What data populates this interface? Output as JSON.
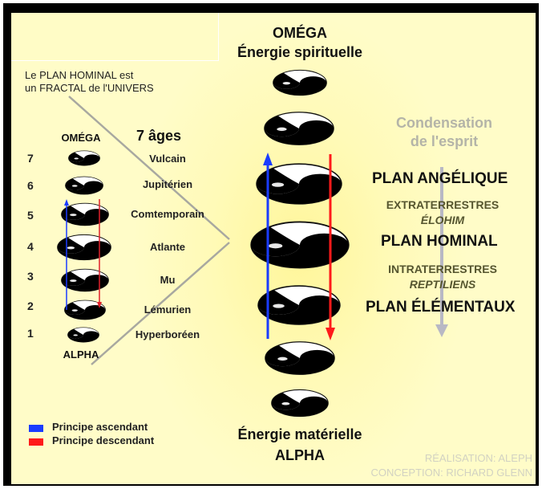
{
  "header": {
    "omega": "OMÉGA",
    "spiritual_energy": "Énergie spirituelle"
  },
  "footer": {
    "material_energy": "Énergie matérielle",
    "alpha": "ALPHA"
  },
  "fractal_note": {
    "line1": "Le PLAN HOMINAL est",
    "line2": "un FRACTAL de l'UNIVERS"
  },
  "ages_panel": {
    "top_label": "OMÉGA",
    "title": "7 âges",
    "bottom_label": "ALPHA",
    "ages": [
      {
        "number": "7",
        "name": "Vulcain"
      },
      {
        "number": "6",
        "name": "Jupitérien"
      },
      {
        "number": "5",
        "name": "Comtemporain"
      },
      {
        "number": "4",
        "name": "Atlante"
      },
      {
        "number": "3",
        "name": "Mu"
      },
      {
        "number": "2",
        "name": "Lémurien"
      },
      {
        "number": "1",
        "name": "Hyperboréen"
      }
    ]
  },
  "legend": {
    "items": [
      {
        "label": "Principe ascendant",
        "color": "#1a3cff"
      },
      {
        "label": "Principe descendant",
        "color": "#ff1a1a"
      }
    ]
  },
  "condensation": {
    "line1": "Condensation",
    "line2": "de l'esprit"
  },
  "planes": {
    "angelique": "PLAN ANGÉLIQUE",
    "extraterrestres": "EXTRATERRESTRES",
    "elohim": "ÉLOHIM",
    "hominal": "PLAN HOMINAL",
    "intraterrestres": "INTRATERRESTRES",
    "reptiliens": "REPTILIENS",
    "elementaux": "PLAN ÉLÉMENTAUX"
  },
  "credits": {
    "realisation": "RÉALISATION: ALEPH",
    "conception": "CONCEPTION: RICHARD GLENN"
  },
  "colors": {
    "ascending": "#1a3cff",
    "descending": "#ff1a1a",
    "connector": "#a8a8a0",
    "condensation_arrow": "#b8b8c4"
  }
}
